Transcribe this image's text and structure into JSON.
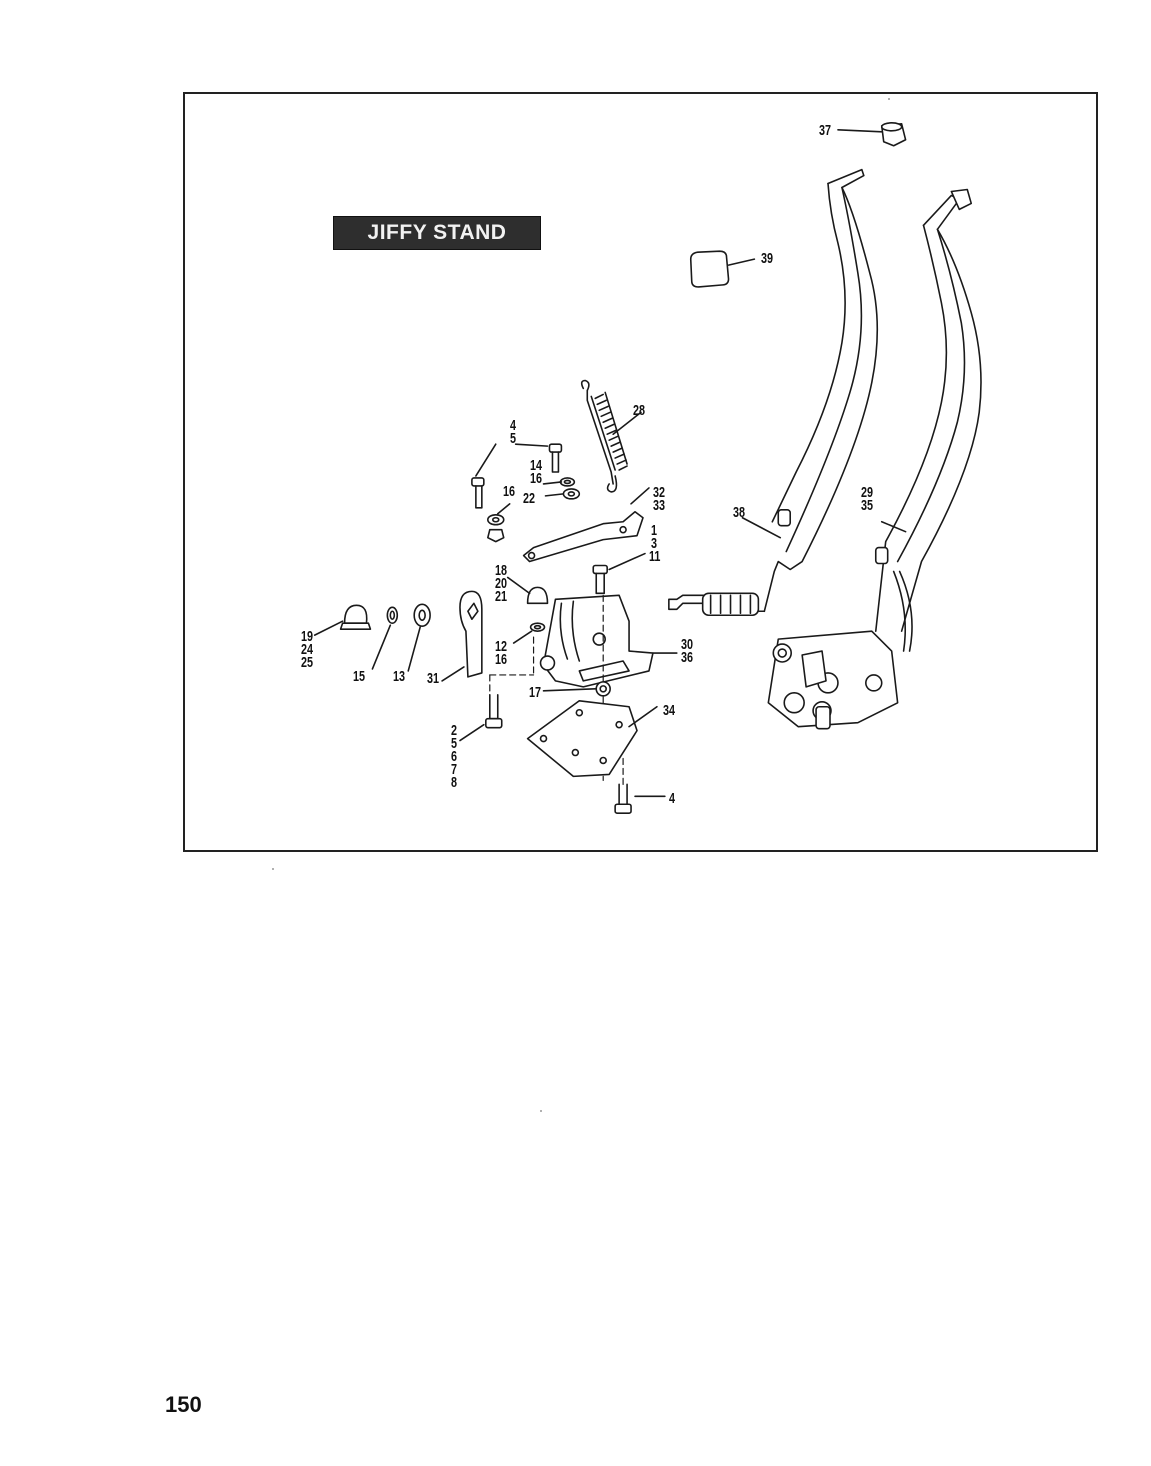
{
  "title": "JIFFY STAND",
  "page_number": "150",
  "callouts": {
    "c37": "37",
    "c39": "39",
    "c28": "28",
    "c4a": "4",
    "c5a": "5",
    "c14": "14",
    "c16a": "16",
    "c16b": "16",
    "c22": "22",
    "c32": "32",
    "c33": "33",
    "c1": "1",
    "c3": "3",
    "c11": "11",
    "c38": "38",
    "c29": "29",
    "c35": "35",
    "c18": "18",
    "c20": "20",
    "c21": "21",
    "c19": "19",
    "c24": "24",
    "c25": "25",
    "c15": "15",
    "c13": "13",
    "c31": "31",
    "c12": "12",
    "c16c": "16",
    "c17": "17",
    "c30": "30",
    "c36": "36",
    "c34": "34",
    "c2": "2",
    "c5b": "5",
    "c6": "6",
    "c7": "7",
    "c8": "8",
    "c4b": "4"
  }
}
